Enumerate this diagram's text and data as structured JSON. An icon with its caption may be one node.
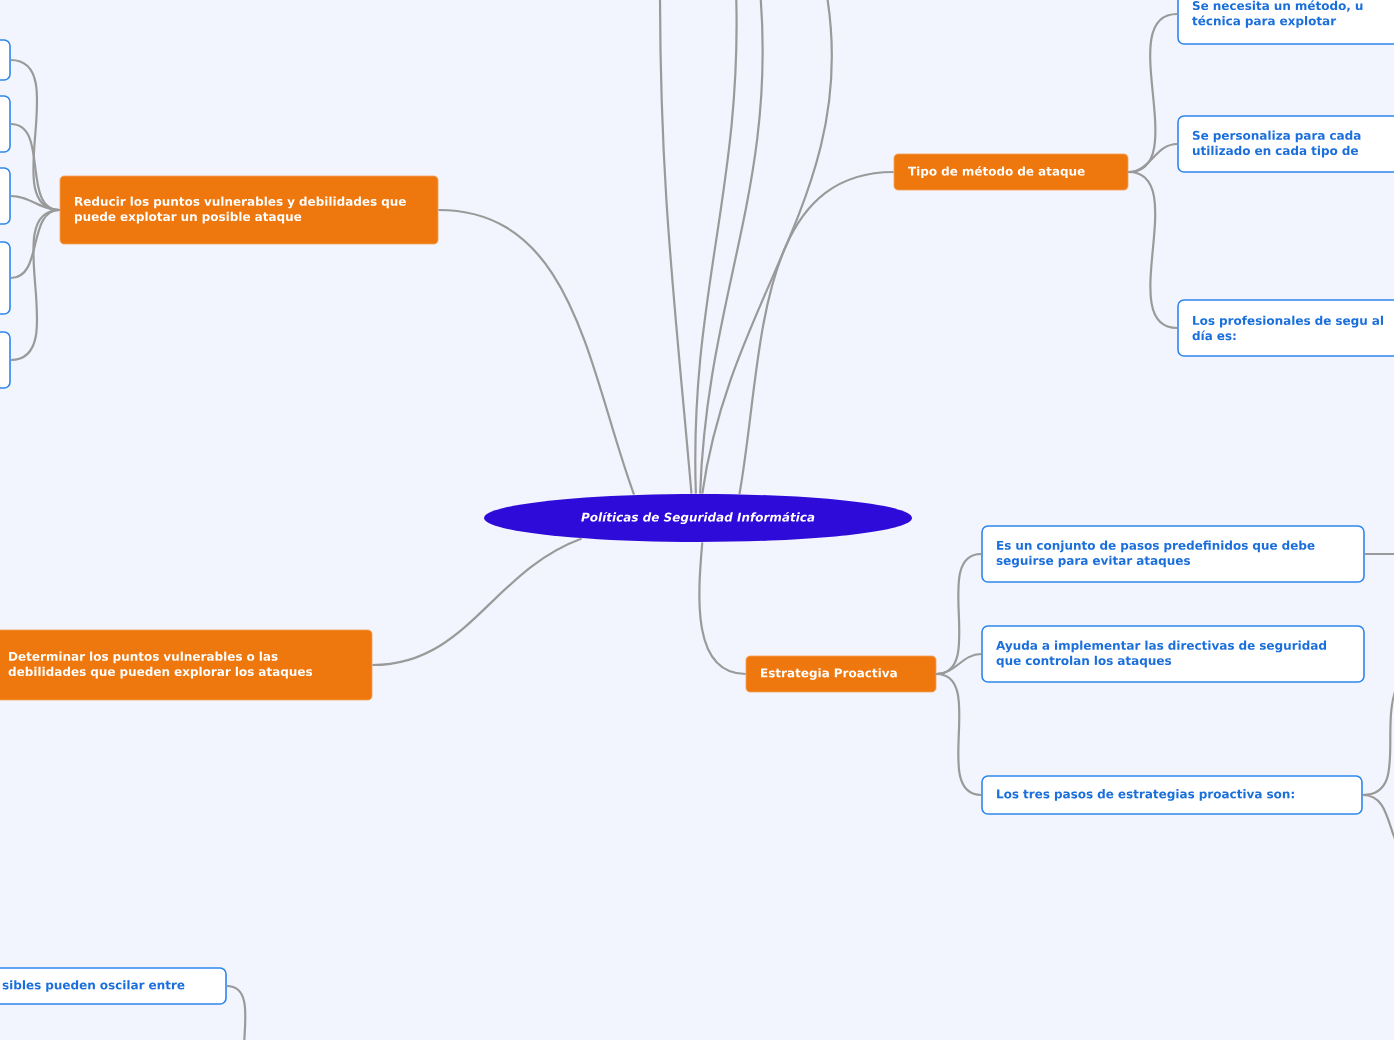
{
  "diagram": {
    "nodes": [
      {
        "text": [
          "Políticas de Seguridad Informática"
        ]
      },
      {
        "text": [
          "Reducir los puntos vulnerables y debilidades que puede explotar un posible ataque"
        ]
      },
      {
        "text": [],
        "shape": "box"
      },
      {
        "text": [],
        "shape": "box"
      },
      {
        "text": [],
        "shape": "box"
      },
      {
        "text": [],
        "shape": "box"
      },
      {
        "text": [],
        "shape": "box"
      },
      {
        "text": [
          "Tipo de método de ataque"
        ]
      },
      {
        "text": [
          "Se necesita un método, u técnica para explotar"
        ]
      },
      {
        "text": [
          "Se personaliza para cada utilizado en cada tipo de"
        ]
      },
      {
        "text": [
          "Los profesionales de segu al día es:"
        ]
      },
      {
        "text": [
          "Determinar los puntos vulnerables o las debilidades que pueden explorar los ataques"
        ]
      },
      {
        "text": [
          "Estrategia Proactiva"
        ]
      },
      {
        "text": [
          "Es un conjunto de pasos predefinidos que debe seguirse para evitar ataques"
        ]
      },
      {
        "text": [
          "Ayuda a implementar las directivas de seguridad que controlan los ataques"
        ]
      },
      {
        "text": [
          "Los tres pasos de estrategias proactiva son:"
        ]
      },
      {
        "text": [
          "sibles pueden oscilar entre"
        ]
      }
    ],
    "edges": [
      {
        "from": 0,
        "to": 1,
        "arrow": "none"
      },
      {
        "from": 0,
        "to": 7,
        "arrow": "none"
      },
      {
        "from": 0,
        "to": 11,
        "arrow": "none"
      },
      {
        "from": 0,
        "to": 12,
        "arrow": "none"
      },
      {
        "from": 1,
        "to": 2,
        "arrow": "none"
      },
      {
        "from": 1,
        "to": 3,
        "arrow": "none"
      },
      {
        "from": 1,
        "to": 4,
        "arrow": "none"
      },
      {
        "from": 1,
        "to": 5,
        "arrow": "none"
      },
      {
        "from": 1,
        "to": 6,
        "arrow": "none"
      },
      {
        "from": 7,
        "to": 8,
        "arrow": "none"
      },
      {
        "from": 7,
        "to": 9,
        "arrow": "none"
      },
      {
        "from": 7,
        "to": 10,
        "arrow": "none"
      },
      {
        "from": 12,
        "to": 13,
        "arrow": "none"
      },
      {
        "from": 12,
        "to": 14,
        "arrow": "none"
      },
      {
        "from": 12,
        "to": 15,
        "arrow": "none"
      },
      {
        "from": 0,
        "to": null,
        "arrow": "none"
      },
      {
        "from": 0,
        "to": null,
        "arrow": "none"
      },
      {
        "from": 0,
        "to": null,
        "arrow": "none"
      },
      {
        "from": 0,
        "to": null,
        "arrow": "none"
      },
      {
        "from": 13,
        "to": null,
        "arrow": "none"
      },
      {
        "from": 15,
        "to": null,
        "arrow": "none"
      },
      {
        "from": 15,
        "to": null,
        "arrow": "none"
      },
      {
        "from": 16,
        "to": null,
        "arrow": "none"
      }
    ]
  }
}
